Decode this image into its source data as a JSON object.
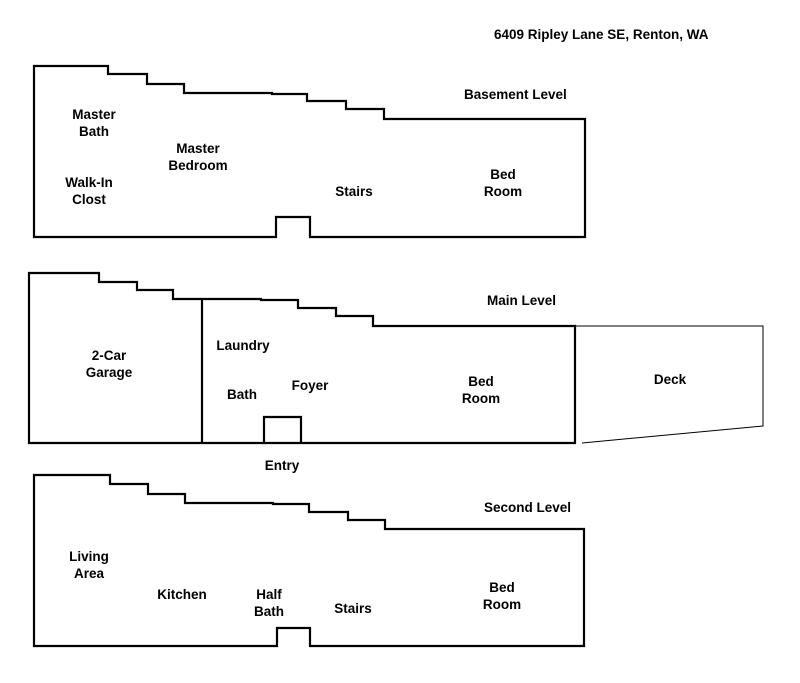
{
  "address": "6409 Ripley Lane SE, Renton, WA",
  "basement": {
    "title": "Basement Level",
    "master_bath": [
      "Master",
      "Bath"
    ],
    "walk_in": [
      "Walk-In",
      "Clost"
    ],
    "master_bedroom": [
      "Master",
      "Bedroom"
    ],
    "stairs": "Stairs",
    "bedroom": [
      "Bed",
      "Room"
    ]
  },
  "main": {
    "title": "Main Level",
    "garage": [
      "2-Car",
      "Garage"
    ],
    "laundry": "Laundry",
    "bath": "Bath",
    "foyer": "Foyer",
    "bedroom": [
      "Bed",
      "Room"
    ],
    "deck": "Deck",
    "entry": "Entry"
  },
  "second": {
    "title": "Second Level",
    "living": [
      "Living",
      "Area"
    ],
    "kitchen": "Kitchen",
    "half_bath": [
      "Half",
      "Bath"
    ],
    "stairs": "Stairs",
    "bedroom": [
      "Bed",
      "Room"
    ]
  },
  "colors": {
    "line": "#000000",
    "background": "#ffffff"
  }
}
